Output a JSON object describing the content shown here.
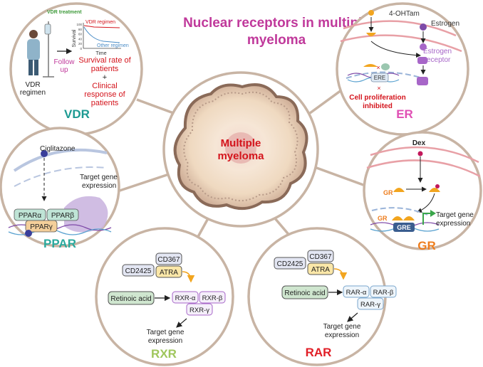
{
  "title": {
    "line1": "Nuclear receptors in multiple",
    "line2": "myeloma"
  },
  "center": {
    "line1": "Multiple",
    "line2": "myeloma"
  },
  "vdr": {
    "caption": "VDR",
    "treatment": "VDR treatment",
    "regimen_line1": "VDR",
    "regimen_line2": "regimen",
    "followup_line1": "Follow",
    "followup_line2": "up",
    "chart_title": "VDR regimen",
    "chart_other": "Other regimen",
    "y_axis_label": "Survival",
    "x_axis_label": "Time",
    "y_ticks": [
      "100",
      "80",
      "60",
      "40",
      "20",
      "0"
    ],
    "outcome_line1": "Survival rate of",
    "outcome_line2": "patients",
    "plus": "+",
    "outcome_line3": "Clinical",
    "outcome_line4": "response of",
    "outcome_line5": "patients"
  },
  "er": {
    "caption": "ER",
    "drug": "4-OHTam",
    "ligand": "Estrogen",
    "receptor_line1": "Estrogen",
    "receptor_line2": "receptor",
    "element": "ERE",
    "result_line1": "Cell proliferation",
    "result_line2": "inhibited"
  },
  "gr": {
    "caption": "GR",
    "drug": "Dex",
    "receptor": "GR",
    "receptor_nuclear": "GR",
    "element": "GRE",
    "result_line1": "Target gene",
    "result_line2": "expression"
  },
  "ppar": {
    "caption": "PPAR",
    "drug": "Ciglitazone",
    "alpha": "PPARα",
    "beta": "PPARβ",
    "gamma": "PPARγ",
    "result_line1": "Target gene",
    "result_line2": "expression"
  },
  "rxr": {
    "caption": "RXR",
    "cd2425": "CD2425",
    "cd367": "CD367",
    "atra": "ATRA",
    "retinoic": "Retinoic acid",
    "alpha": "RXR-α",
    "beta": "RXR-β",
    "gamma": "RXR-γ",
    "result_line1": "Target gene",
    "result_line2": "expression"
  },
  "rar": {
    "caption": "RAR",
    "cd2425": "CD2425",
    "cd367": "CD367",
    "atra": "ATRA",
    "retinoic": "Retinoic acid",
    "alpha": "RAR-α",
    "beta": "RAR-β",
    "gamma": "RAR-γ",
    "result_line1": "Target gene",
    "result_line2": "expression"
  },
  "colors": {
    "title": "#c0399b",
    "circle_border": "#c8b4a4",
    "vdr": "#1c9a92",
    "er": "#e04fb4",
    "gr": "#ee7d1d",
    "ppar": "#2aa99d",
    "rxr": "#9fc65c",
    "rar": "#e11e26",
    "red_text": "#d4141c",
    "ligand_orange": "#f2a51f",
    "receptor_purple": "#a766c8"
  }
}
